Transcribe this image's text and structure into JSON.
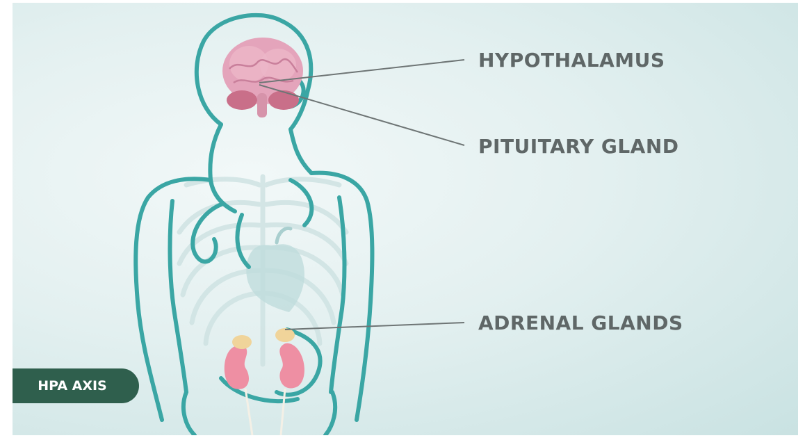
{
  "labels": {
    "hypothalamus": "HYPOTHALAMUS",
    "pituitary": "PITUITARY GLAND",
    "adrenal": "ADRENAL GLANDS"
  },
  "badge": {
    "text": "HPA AXIS"
  },
  "colors": {
    "outline": "#3aa6a4",
    "badge_bg": "#2f5f4d",
    "label_text": "#5f6767",
    "leader_line": "#6e7575",
    "brain": "#e4a4bb",
    "kidney": "#ee8fa3",
    "adrenal": "#f0d49a"
  },
  "icons": [
    "brain-icon",
    "heart-icon",
    "kidney-left-icon",
    "kidney-right-icon",
    "ribcage-icon"
  ]
}
